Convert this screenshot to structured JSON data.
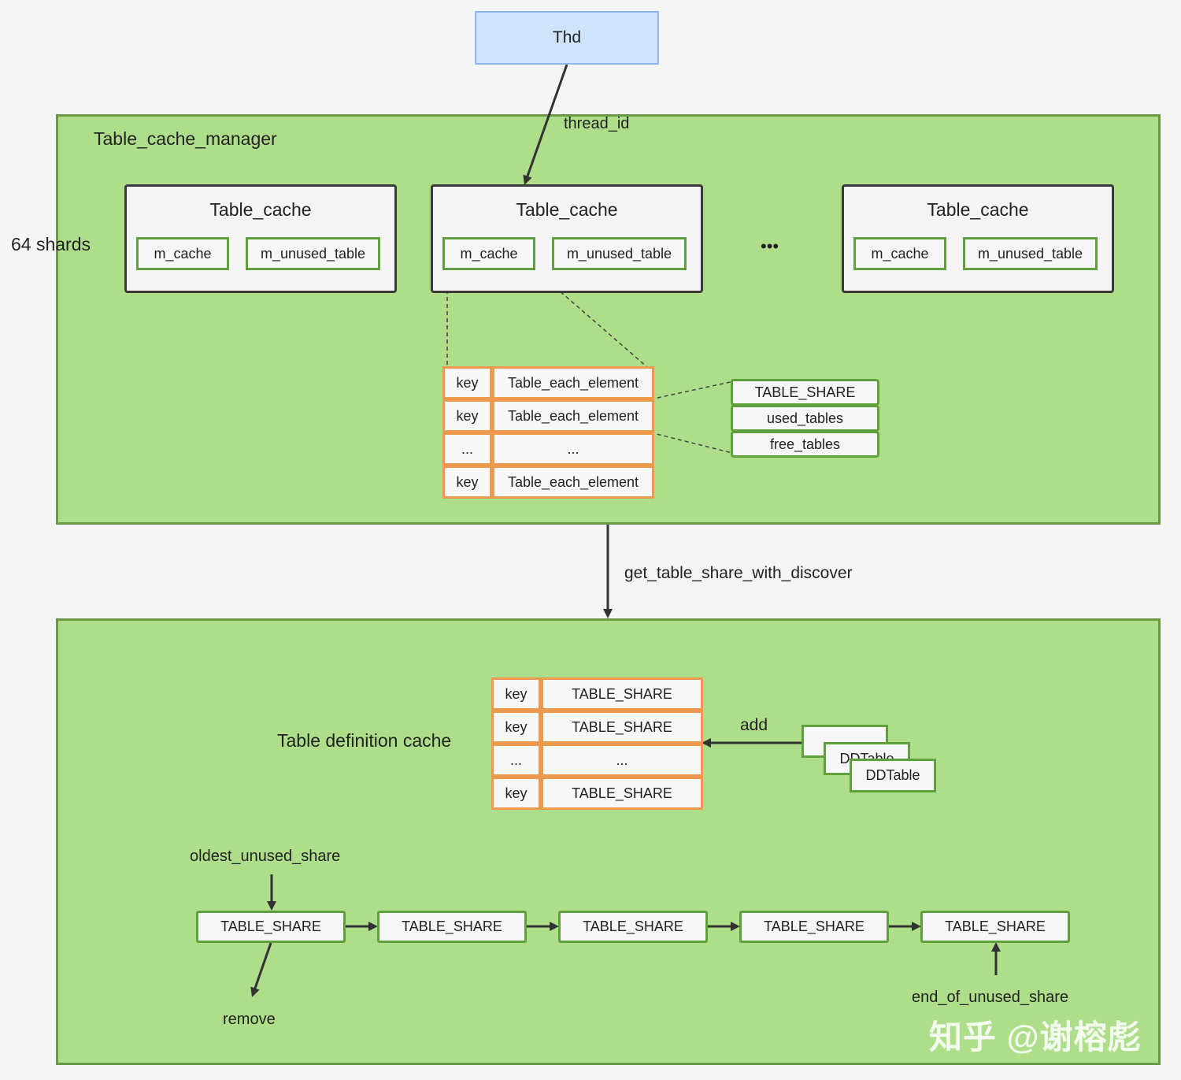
{
  "thd": {
    "label": "Thd"
  },
  "top_panel": {
    "title": "Table_cache_manager",
    "shards_label": "64 shards",
    "edge_label": "thread_id",
    "ellipsis": "•••",
    "table_caches": [
      {
        "title": "Table_cache",
        "fields": [
          "m_cache",
          "m_unused_table"
        ]
      },
      {
        "title": "Table_cache",
        "fields": [
          "m_cache",
          "m_unused_table"
        ]
      },
      {
        "title": "Table_cache",
        "fields": [
          "m_cache",
          "m_unused_table"
        ]
      }
    ],
    "hash_rows": [
      {
        "key": "key",
        "value": "Table_each_element"
      },
      {
        "key": "key",
        "value": "Table_each_element"
      },
      {
        "key": "...",
        "value": "..."
      },
      {
        "key": "key",
        "value": "Table_each_element"
      }
    ],
    "element_fields": [
      "TABLE_SHARE",
      "used_tables",
      "free_tables"
    ]
  },
  "arrow_label": "get_table_share_with_discover",
  "bottom_panel": {
    "title": "Table definition cache",
    "hash_rows": [
      {
        "key": "key",
        "value": "TABLE_SHARE"
      },
      {
        "key": "key",
        "value": "TABLE_SHARE"
      },
      {
        "key": "...",
        "value": "..."
      },
      {
        "key": "key",
        "value": "TABLE_SHARE"
      }
    ],
    "add_label": "add",
    "ddtables": [
      "",
      "DDTable",
      "DDTable"
    ],
    "oldest_label": "oldest_unused_share",
    "end_label": "end_of_unused_share",
    "remove_label": "remove",
    "chain": [
      "TABLE_SHARE",
      "TABLE_SHARE",
      "TABLE_SHARE",
      "TABLE_SHARE",
      "TABLE_SHARE"
    ]
  },
  "watermark": "知乎 @谢榕彪",
  "colors": {
    "panel_fill": "#aede8a",
    "panel_border": "#6a9a45",
    "thd_fill": "#cfe3fa",
    "hash_border": "#ec9a4e",
    "field_border": "#5fa03c"
  }
}
